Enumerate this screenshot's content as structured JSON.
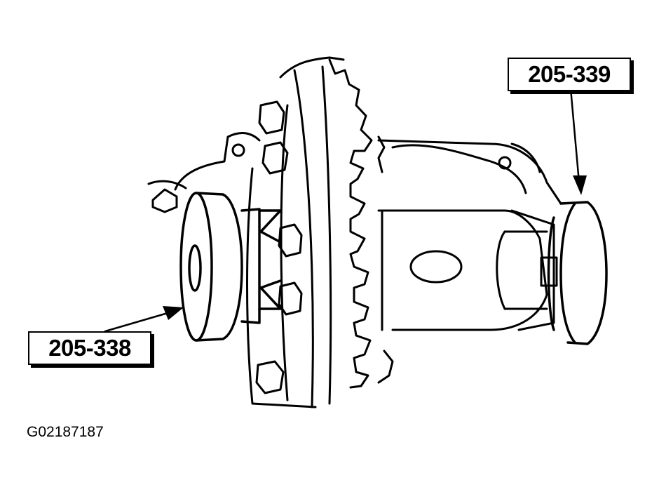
{
  "callouts": {
    "right_tool": "205-339",
    "left_tool": "205-338"
  },
  "figure_id": "G02187187"
}
